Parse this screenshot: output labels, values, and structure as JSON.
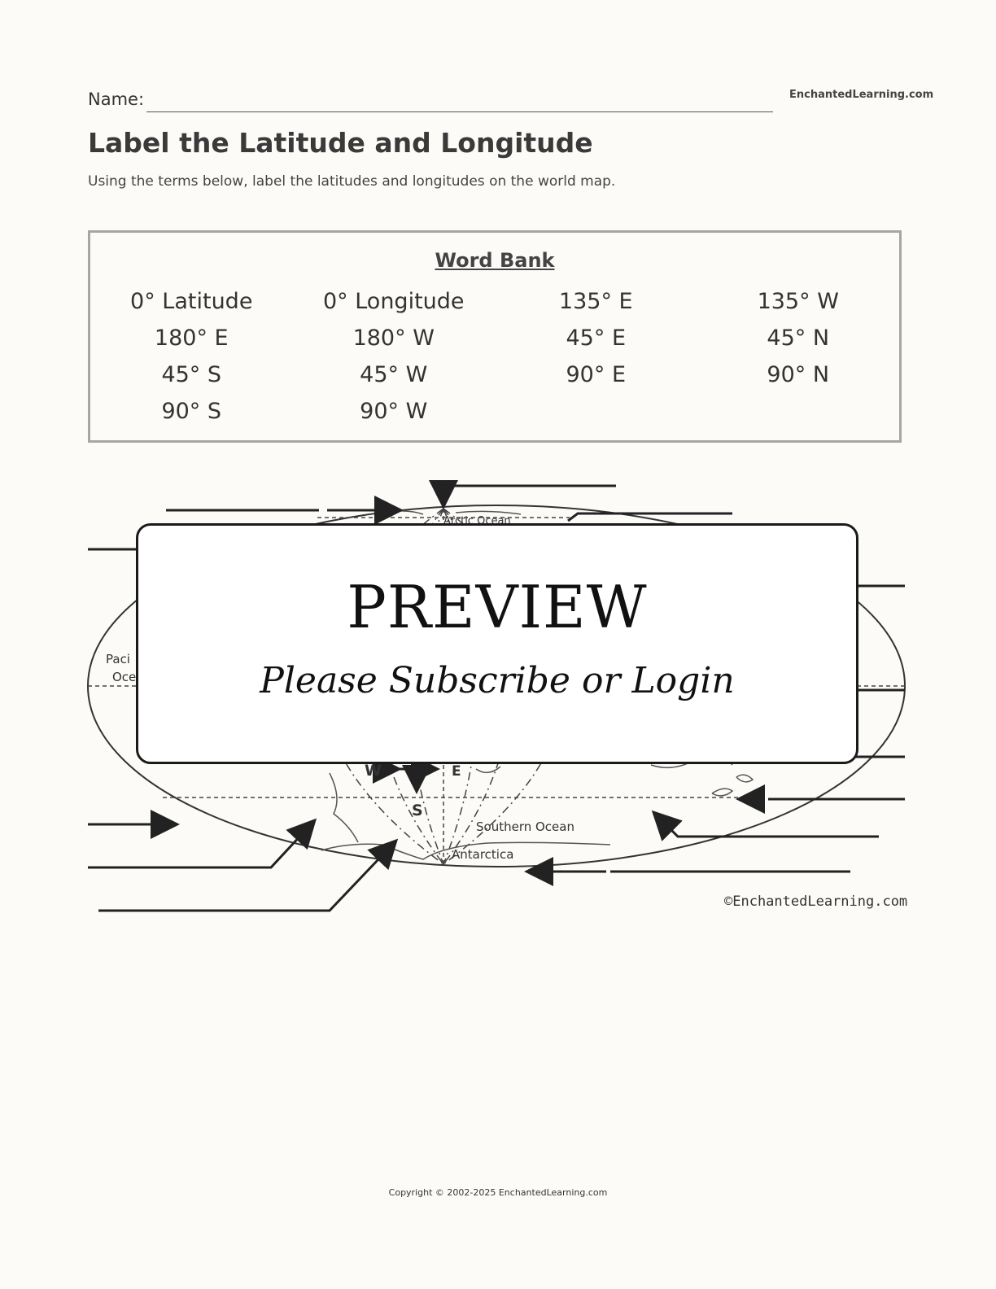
{
  "header": {
    "name_label": "Name:",
    "site": "EnchantedLearning.com",
    "title": "Label the Latitude and Longitude",
    "instructions": "Using the terms below, label the latitudes and longitudes on the world map."
  },
  "word_bank": {
    "title": "Word Bank",
    "terms": [
      "0° Latitude",
      "0° Longitude",
      "135° E",
      "135° W",
      "180° E",
      "180° W",
      "45° E",
      "45° N",
      "45° S",
      "45° W",
      "90° E",
      "90° N",
      "90° S",
      "90° W"
    ]
  },
  "map": {
    "labels": {
      "arctic": "Arctic Ocean",
      "pacific_1": "Paci",
      "pacific_2": "Oce",
      "southern": "Southern Ocean",
      "antarctica": "Antarctica",
      "compass_w": "W",
      "compass_e": "E",
      "compass_s": "S"
    },
    "credit": "©EnchantedLearning.com"
  },
  "preview": {
    "title": "PREVIEW",
    "subtitle": "Please Subscribe or Login"
  },
  "footer": {
    "copyright": "Copyright © 2002-2025 EnchantedLearning.com"
  }
}
